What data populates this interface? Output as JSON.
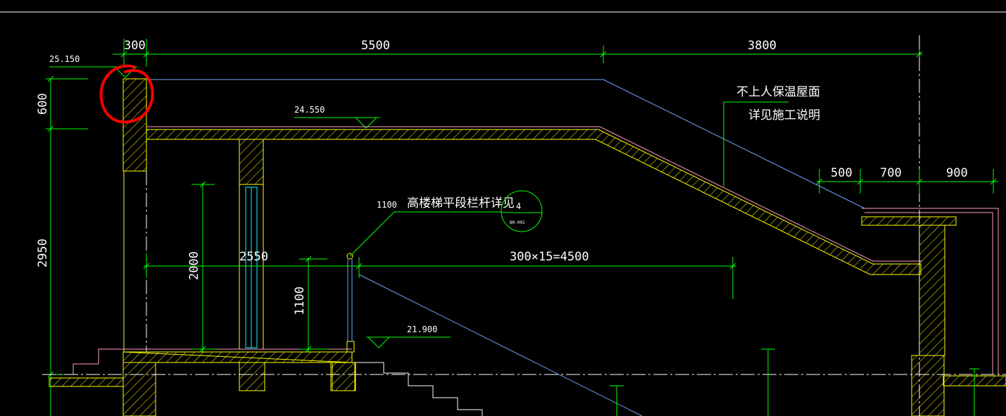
{
  "colors": {
    "background": "#000000",
    "dimension": "#00ff00",
    "structure": "#ffff00",
    "roof_line": "#ffa0c0",
    "glass": "#00ffff",
    "slope_line": "#6fa8ff",
    "centerline": "#ffffff",
    "markup": "#ff0000"
  },
  "dimensions": {
    "top": [
      "300",
      "5500",
      "3800"
    ],
    "vertical_left": [
      "600",
      "2950"
    ],
    "right_small": [
      "500",
      "700",
      "900"
    ],
    "door_height": "2000",
    "rail_height": "1100",
    "span_mid": "2550",
    "stair_run": "300×15=4500"
  },
  "elevations": {
    "parapet_top": "25.150",
    "roof_top": "24.550",
    "landing": "21.900"
  },
  "notes": {
    "roof_line1": "不上人保温屋面",
    "roof_line2": "详见施工说明",
    "railing_label": "高楼梯平段栏杆详见",
    "railing_value": "1100",
    "detail_number": "4",
    "detail_sheet": "BR-001"
  },
  "icons": {
    "markup": "red-circle-markup-icon",
    "detail": "detail-reference-circle-icon",
    "level": "elevation-triangle-icon"
  }
}
